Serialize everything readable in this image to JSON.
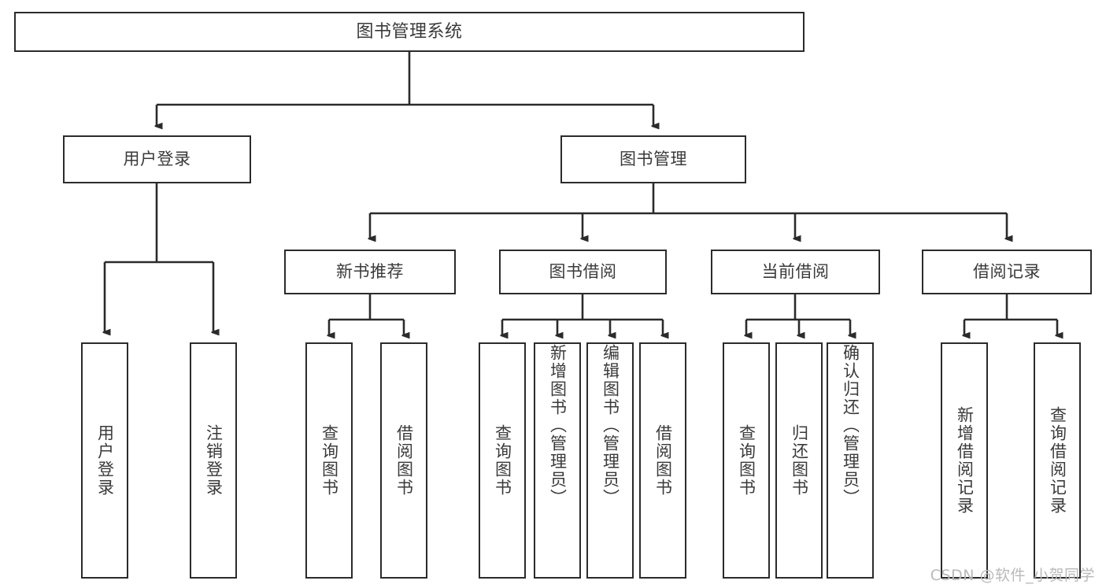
{
  "diagram": {
    "title": "图书管理系统",
    "watermark": "CSDN @软件_小贺同学",
    "colors": {
      "stroke": "#2b2b2b",
      "text": "#3a3a3a",
      "background": "#ffffff",
      "watermark": "#b9b9b9"
    },
    "root": {
      "label": "图书管理系统"
    },
    "level2": [
      {
        "label": "用户登录"
      },
      {
        "label": "图书管理"
      }
    ],
    "level3": [
      {
        "label": "新书推荐"
      },
      {
        "label": "图书借阅"
      },
      {
        "label": "当前借阅"
      },
      {
        "label": "借阅记录"
      }
    ],
    "leaves": {
      "user_login": [
        {
          "label": "用户登录"
        },
        {
          "label": "注销登录"
        }
      ],
      "new_book_recommend": [
        {
          "label": "查询图书"
        },
        {
          "label": "借阅图书"
        }
      ],
      "book_borrow": [
        {
          "label": "查询图书"
        },
        {
          "label": "新增图书（管理员）"
        },
        {
          "label": "编辑图书（管理员）"
        },
        {
          "label": "借阅图书"
        }
      ],
      "current_borrow": [
        {
          "label": "查询图书"
        },
        {
          "label": "归还图书"
        },
        {
          "label": "确认归还（管理员）"
        }
      ],
      "borrow_record": [
        {
          "label": "新增借阅记录"
        },
        {
          "label": "查询借阅记录"
        }
      ]
    }
  },
  "chart_data": {
    "type": "table",
    "title": "图书管理系统 功能结构图",
    "nodes": [
      {
        "id": "root",
        "label": "图书管理系统",
        "level": 0,
        "parent": null
      },
      {
        "id": "n-user-login",
        "label": "用户登录",
        "level": 1,
        "parent": "root"
      },
      {
        "id": "n-book-manage",
        "label": "图书管理",
        "level": 1,
        "parent": "root"
      },
      {
        "id": "n-new-book",
        "label": "新书推荐",
        "level": 2,
        "parent": "n-book-manage"
      },
      {
        "id": "n-book-borrow",
        "label": "图书借阅",
        "level": 2,
        "parent": "n-book-manage"
      },
      {
        "id": "n-current-borrow",
        "label": "当前借阅",
        "level": 2,
        "parent": "n-book-manage"
      },
      {
        "id": "n-borrow-record",
        "label": "借阅记录",
        "level": 2,
        "parent": "n-book-manage"
      },
      {
        "id": "l-user-login-1",
        "label": "用户登录",
        "level": 2,
        "parent": "n-user-login"
      },
      {
        "id": "l-user-login-2",
        "label": "注销登录",
        "level": 2,
        "parent": "n-user-login"
      },
      {
        "id": "l-new-book-1",
        "label": "查询图书",
        "level": 3,
        "parent": "n-new-book"
      },
      {
        "id": "l-new-book-2",
        "label": "借阅图书",
        "level": 3,
        "parent": "n-new-book"
      },
      {
        "id": "l-book-borrow-1",
        "label": "查询图书",
        "level": 3,
        "parent": "n-book-borrow"
      },
      {
        "id": "l-book-borrow-2",
        "label": "新增图书（管理员）",
        "level": 3,
        "parent": "n-book-borrow"
      },
      {
        "id": "l-book-borrow-3",
        "label": "编辑图书（管理员）",
        "level": 3,
        "parent": "n-book-borrow"
      },
      {
        "id": "l-book-borrow-4",
        "label": "借阅图书",
        "level": 3,
        "parent": "n-book-borrow"
      },
      {
        "id": "l-current-borrow-1",
        "label": "查询图书",
        "level": 3,
        "parent": "n-current-borrow"
      },
      {
        "id": "l-current-borrow-2",
        "label": "归还图书",
        "level": 3,
        "parent": "n-current-borrow"
      },
      {
        "id": "l-current-borrow-3",
        "label": "确认归还（管理员）",
        "level": 3,
        "parent": "n-current-borrow"
      },
      {
        "id": "l-borrow-record-1",
        "label": "新增借阅记录",
        "level": 3,
        "parent": "n-borrow-record"
      },
      {
        "id": "l-borrow-record-2",
        "label": "查询借阅记录",
        "level": 3,
        "parent": "n-borrow-record"
      }
    ]
  }
}
